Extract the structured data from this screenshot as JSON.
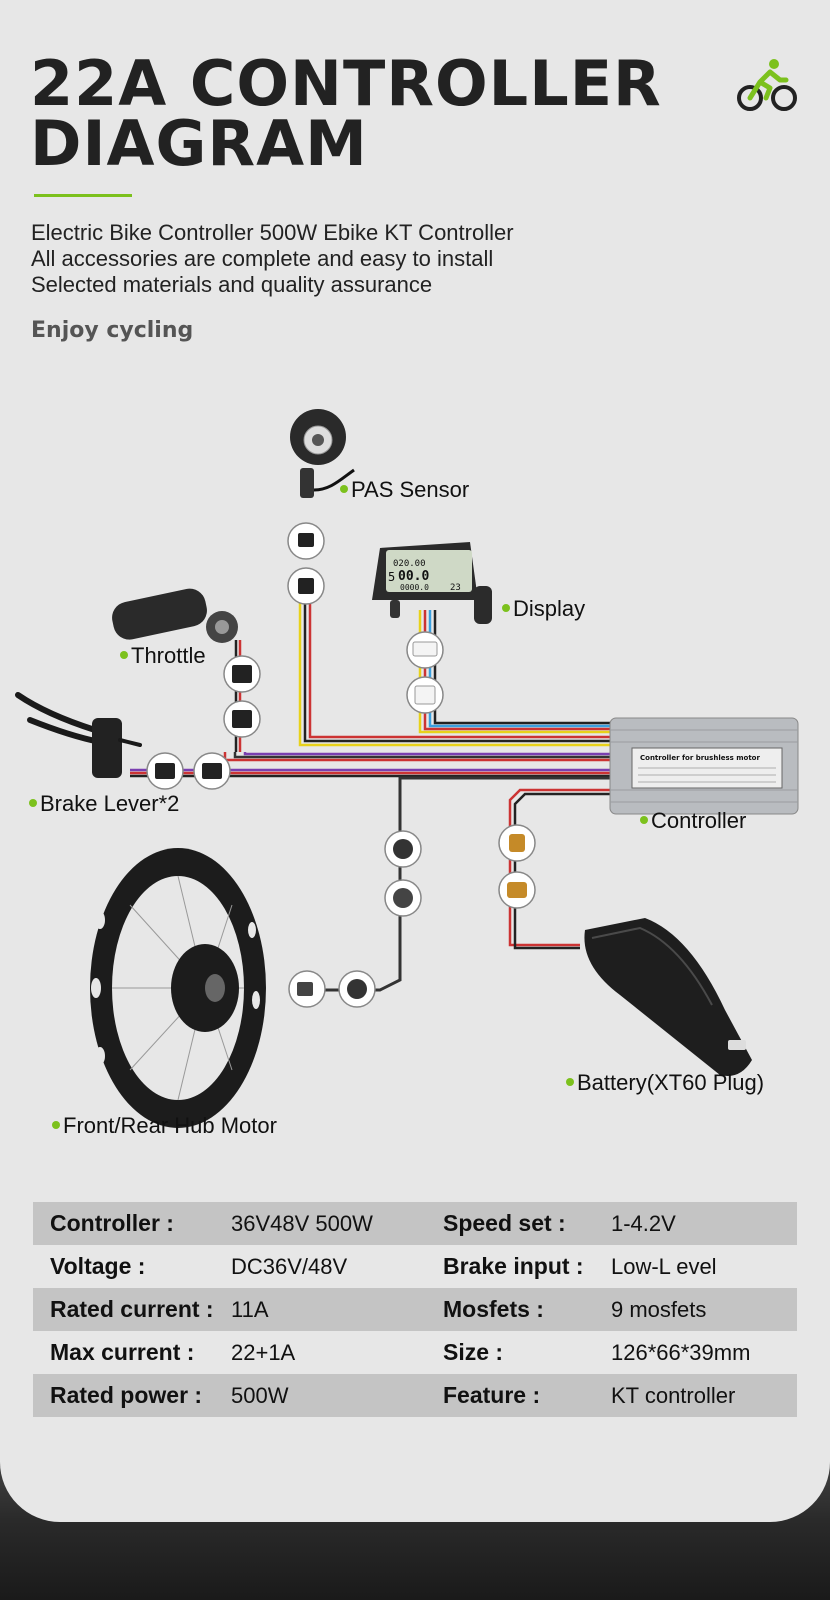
{
  "header": {
    "title_line1": "22A CONTROLLER",
    "title_line2": "DIAGRAM",
    "desc_lines": [
      "Electric Bike Controller 500W Ebike KT Controller",
      "All accessories are complete and easy to install",
      "Selected materials and quality assurance"
    ],
    "tagline": "Enjoy cycling",
    "logo_icon": "cyclist-icon"
  },
  "colors": {
    "accent": "#7cc11d",
    "title": "#222222",
    "row_shade": "#c4c4c4",
    "card_bg": "#e7e7e7"
  },
  "diagram": {
    "labels": {
      "pas_sensor": "PAS Sensor",
      "display": "Display",
      "throttle": "Throttle",
      "brake_lever": "Brake Lever*2",
      "controller": "Controller",
      "hub_motor": "Front/Rear Hub Motor",
      "battery": "Battery(XT60 Plug)"
    },
    "display_readout": {
      "top": "020.00",
      "speed": "00.0",
      "level": "5",
      "bottom": "0000.0",
      "right": "23"
    },
    "controller_label": "Controller for brushless motor"
  },
  "specs": [
    {
      "k1": "Controller :",
      "v1": "36V48V 500W",
      "k2": "Speed set :",
      "v2": "1-4.2V"
    },
    {
      "k1": "Voltage :",
      "v1": "DC36V/48V",
      "k2": "Brake input :",
      "v2": "Low-L evel"
    },
    {
      "k1": "Rated current :",
      "v1": "11A",
      "k2": "Mosfets :",
      "v2": "9 mosfets"
    },
    {
      "k1": "Max current :",
      "v1": "22+1A",
      "k2": "Size :",
      "v2": "126*66*39mm"
    },
    {
      "k1": "Rated power :",
      "v1": "500W",
      "k2": "Feature :",
      "v2": "KT controller"
    }
  ]
}
